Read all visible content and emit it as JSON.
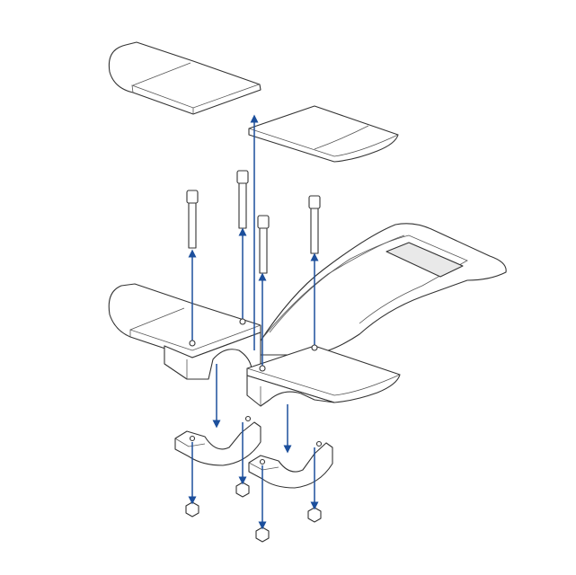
{
  "drawing": {
    "type": "exploded-assembly-view",
    "colors": {
      "line": "#333333",
      "arrow": "#1c4f9c",
      "background": "#ffffff"
    },
    "parts": {
      "pads": 2,
      "bolts": 4,
      "nuts": 4,
      "clamps": 2
    }
  }
}
